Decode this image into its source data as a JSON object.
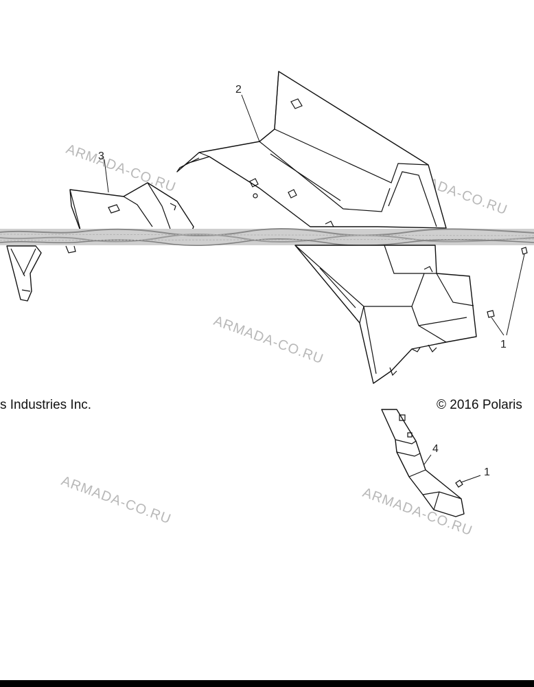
{
  "callouts": {
    "c1a": "1",
    "c1b": "1",
    "c2": "2",
    "c3": "3",
    "c4": "4"
  },
  "copyright": {
    "left": "s Industries Inc.",
    "right": "© 2016 Polaris"
  },
  "watermark": {
    "text": "ARMADA-CO.RU"
  },
  "colors": {
    "line": "#111111",
    "watermark": "#b8b8b8",
    "band": "#9a9a9a"
  }
}
